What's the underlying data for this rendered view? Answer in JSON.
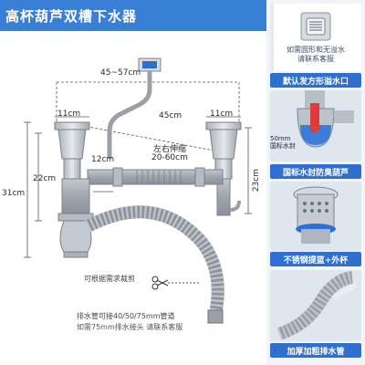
{
  "title": "高杯葫芦双槽下水器",
  "dimensions": {
    "top_span": "45~57cm",
    "diagonal": "45cm",
    "left_basket": "11cm",
    "right_basket": "11cm",
    "branch": "12cm",
    "left_height": "22cm",
    "total_height": "31cm",
    "right_height": "23cm",
    "telescopic_title": "左右伸缩",
    "telescopic_range": "20-60cm"
  },
  "notes": {
    "cut": "可根据需求裁剪",
    "drain_sizes": "排水管可接40/50/75mm管道",
    "drain_contact": "如需75mm排水接头 请联系客服"
  },
  "right_panels": {
    "p1_note": "如需圆形和无溢水\n请联系客服",
    "p1_caption": "默认发方形溢水口",
    "p2_label_size": "50mm",
    "p2_label_name": "国标水封",
    "p2_caption": "国标水封防臭葫芦",
    "p3_caption": "不锈钢提篮+外杯",
    "p4_caption": "加厚加粗排水管"
  },
  "colors": {
    "title_bg": "#3a7fd6",
    "caption_bg": "#2e6fd0",
    "pipe": "#a9aeb5",
    "metal": "#c9ced4"
  }
}
